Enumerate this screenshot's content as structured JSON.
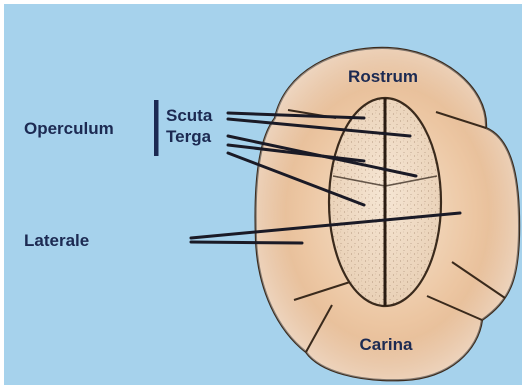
{
  "labels": {
    "rostrum": "Rostrum",
    "carina": "Carina",
    "operculum": "Operculum",
    "scuta": "Scuta",
    "terga": "Terga",
    "laterale": "Laterale"
  },
  "colors": {
    "background": "#a6d2ec",
    "shell_plate": "#e6bc98",
    "operculum": "#f1dcc6",
    "outline": "#3a2a1c",
    "label_text": "#1c2a52",
    "leader_line": "#1a1a26"
  }
}
